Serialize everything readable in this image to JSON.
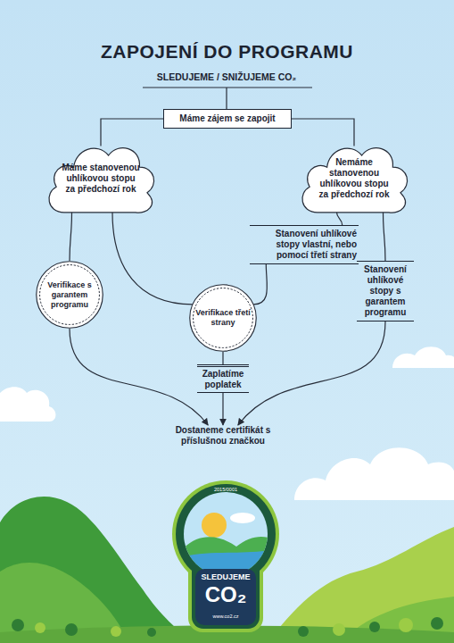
{
  "diagram": {
    "title": "ZAPOJENÍ DO PROGRAMU",
    "nodes": [
      {
        "text": [
          "Máme zájem se zapojit"
        ]
      },
      {
        "text": [
          "Máme stanovenou uhlíkovou stopu za předchozí rok"
        ]
      },
      {
        "text": [
          "Nemáme stanovenou uhlíkovou stopu za předchozí rok"
        ]
      },
      {
        "text": [
          "Stanovení uhlíkové stopy vlastní, nebo pomocí třetí strany"
        ]
      },
      {
        "text": [
          "Verifikace s garantem programu"
        ]
      },
      {
        "text": [
          "Stanovení uhlíkové stopy s garantem programu"
        ]
      },
      {
        "text": [
          "Verifikace třetí strany"
        ]
      },
      {
        "text": [
          "Zaplatíme poplatek"
        ]
      },
      {
        "text": [
          "Dostaneme certifikát s příslušnou značkou"
        ]
      }
    ],
    "edges": [
      {
        "from": 0,
        "to": 1,
        "arrow": "none"
      },
      {
        "from": 0,
        "to": 2,
        "arrow": "none"
      },
      {
        "from": 1,
        "to": 4,
        "arrow": "none"
      },
      {
        "from": 1,
        "to": 6,
        "arrow": "none"
      },
      {
        "from": 2,
        "to": 3,
        "arrow": "none"
      },
      {
        "from": 2,
        "to": 5,
        "arrow": "none"
      },
      {
        "from": 3,
        "to": 6,
        "arrow": "none"
      },
      {
        "from": 4,
        "to": 8,
        "arrow": "to"
      },
      {
        "from": 6,
        "to": 7,
        "arrow": "none"
      },
      {
        "from": 7,
        "to": 8,
        "arrow": "to"
      },
      {
        "from": 5,
        "to": 8,
        "arrow": "to"
      }
    ],
    "labels": [
      "SLEDUJEME / SNIŽUJEME CO₂",
      "2015/0001",
      "SLEDUJEME",
      "CO₂",
      "www.co2.cz"
    ]
  }
}
